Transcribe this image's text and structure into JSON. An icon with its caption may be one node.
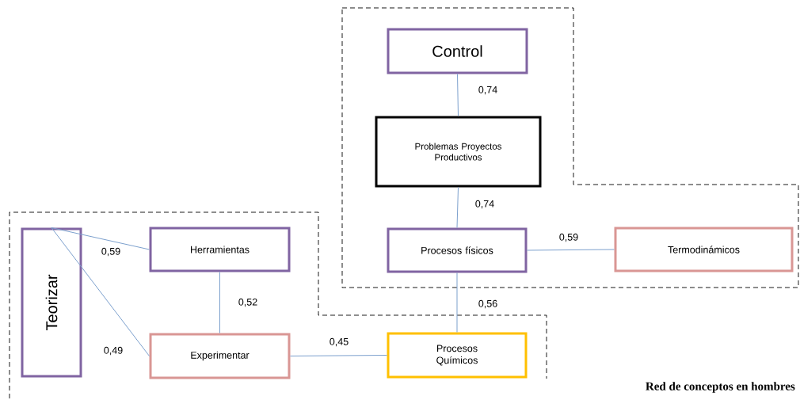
{
  "diagram": {
    "caption": "Red de conceptos en hombres",
    "nodes": [
      {
        "text": [
          "Control"
        ]
      },
      {
        "text": [
          "Problemas Proyectos Productivos"
        ]
      },
      {
        "text": [
          "Procesos físicos"
        ]
      },
      {
        "text": [
          "Termodinámicos"
        ]
      },
      {
        "text": [
          "Teorizar"
        ]
      },
      {
        "text": [
          "Herramientas"
        ]
      },
      {
        "text": [
          "Experimentar"
        ]
      },
      {
        "text": [
          "Procesos Químicos"
        ]
      }
    ],
    "edges": [
      {
        "from": 0,
        "to": 1,
        "arrow": "none",
        "label": "0,74"
      },
      {
        "from": 1,
        "to": 2,
        "arrow": "none",
        "label": "0,74"
      },
      {
        "from": 2,
        "to": 3,
        "arrow": "none",
        "label": "0,59"
      },
      {
        "from": 2,
        "to": 7,
        "arrow": "none",
        "label": "0,56"
      },
      {
        "from": 4,
        "to": 5,
        "arrow": "none",
        "label": "0,59"
      },
      {
        "from": 4,
        "to": 6,
        "arrow": "none",
        "label": "0,49"
      },
      {
        "from": 5,
        "to": 6,
        "arrow": "none",
        "label": "0,52"
      },
      {
        "from": 6,
        "to": 7,
        "arrow": "none",
        "label": "0,45"
      }
    ]
  }
}
